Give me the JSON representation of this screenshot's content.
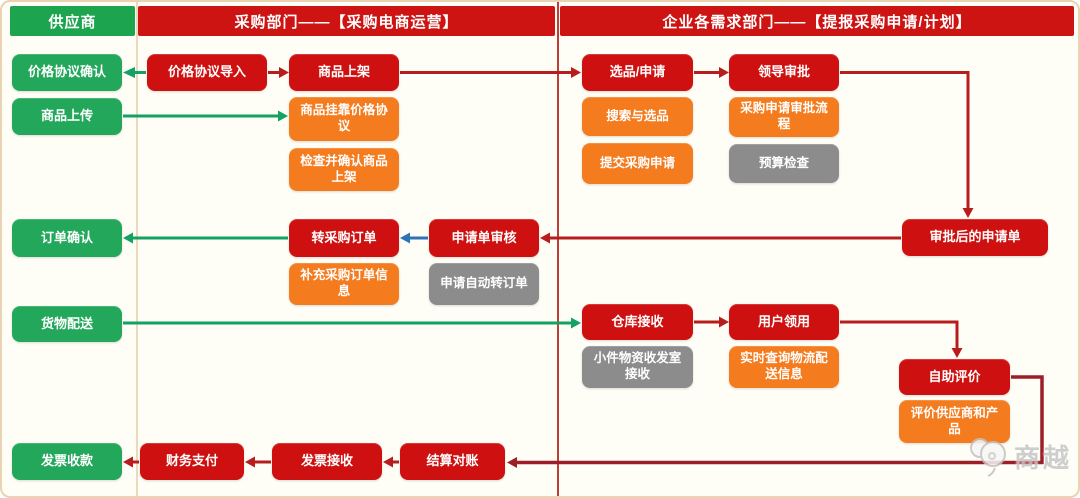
{
  "lanes": [
    {
      "id": "supplier",
      "label": "供应商"
    },
    {
      "id": "purchasing",
      "label": "采购部门——【采购电商运营】"
    },
    {
      "id": "departments",
      "label": "企业各需求部门——【提报采购申请/计划】"
    }
  ],
  "nodes": [
    {
      "id": "price-agreement-confirm",
      "label": "价格协议确认",
      "type": "green"
    },
    {
      "id": "goods-upload",
      "label": "商品上传",
      "type": "green"
    },
    {
      "id": "order-confirm",
      "label": "订单确认",
      "type": "green"
    },
    {
      "id": "goods-delivery",
      "label": "货物配送",
      "type": "green"
    },
    {
      "id": "invoice-collection",
      "label": "发票收款",
      "type": "green"
    },
    {
      "id": "price-agreement-import",
      "label": "价格协议导入",
      "type": "red"
    },
    {
      "id": "goods-onshelf",
      "label": "商品上架",
      "type": "red"
    },
    {
      "id": "goods-link-price",
      "label": "商品挂靠价格协议",
      "type": "orange"
    },
    {
      "id": "check-confirm-onshelf",
      "label": "检查并确认商品上架",
      "type": "orange"
    },
    {
      "id": "convert-purchase-order",
      "label": "转采购订单",
      "type": "red"
    },
    {
      "id": "supplement-order-info",
      "label": "补充采购订单信息",
      "type": "orange"
    },
    {
      "id": "request-review",
      "label": "申请单审核",
      "type": "red"
    },
    {
      "id": "request-auto-convert",
      "label": "申请自动转订单",
      "type": "gray"
    },
    {
      "id": "finance-payment",
      "label": "财务支付",
      "type": "red"
    },
    {
      "id": "invoice-receive",
      "label": "发票接收",
      "type": "red"
    },
    {
      "id": "settlement-reconcile",
      "label": "结算对账",
      "type": "red"
    },
    {
      "id": "select-apply",
      "label": "选品/申请",
      "type": "red"
    },
    {
      "id": "search-and-select",
      "label": "搜索与选品",
      "type": "orange"
    },
    {
      "id": "submit-purchase-request",
      "label": "提交采购申请",
      "type": "orange"
    },
    {
      "id": "leader-approval",
      "label": "领导审批",
      "type": "red"
    },
    {
      "id": "approval-workflow",
      "label": "采购申请审批流程",
      "type": "orange"
    },
    {
      "id": "budget-check",
      "label": "预算检查",
      "type": "gray"
    },
    {
      "id": "approved-request",
      "label": "审批后的申请单",
      "type": "red"
    },
    {
      "id": "warehouse-receive",
      "label": "仓库接收",
      "type": "red"
    },
    {
      "id": "small-goods-room",
      "label": "小件物资收发室接收",
      "type": "gray"
    },
    {
      "id": "user-claim",
      "label": "用户领用",
      "type": "red"
    },
    {
      "id": "logistics-query",
      "label": "实时查询物流配送信息",
      "type": "orange"
    },
    {
      "id": "self-evaluation",
      "label": "自助评价",
      "type": "red"
    },
    {
      "id": "evaluate-supplier",
      "label": "评价供应商和产品",
      "type": "orange"
    }
  ],
  "watermark": {
    "label": "商越"
  },
  "colors": {
    "lane_green": "#1ca44f",
    "lane_red": "#ce1313",
    "node_red": "#cf1010",
    "node_green": "#23a75b",
    "node_orange": "#f47b1e",
    "node_gray": "#8c8c8c",
    "arrow_green": "#12a263",
    "arrow_red": "#b71d1d",
    "arrow_blue": "#2e74b5",
    "arrow_dark": "#9c1e28"
  }
}
